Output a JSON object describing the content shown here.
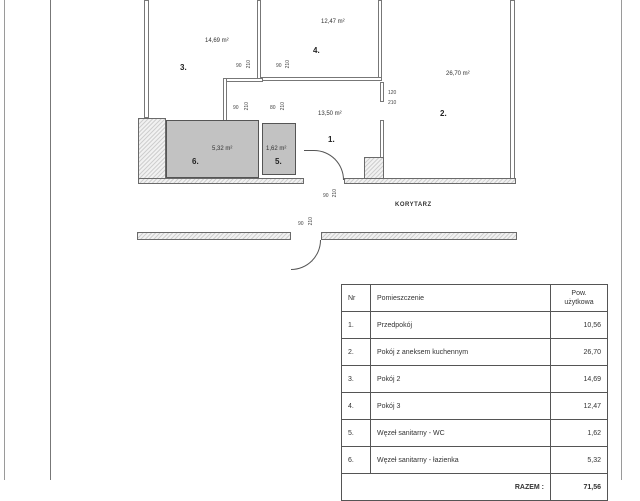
{
  "plan": {
    "rooms": [
      {
        "nr": "1.",
        "area": "13,50 m²"
      },
      {
        "nr": "2.",
        "area": "26,70 m²"
      },
      {
        "nr": "3.",
        "area": "14,69 m²"
      },
      {
        "nr": "4.",
        "area": "12,47 m²"
      },
      {
        "nr": "5.",
        "area": "1,62 m²"
      },
      {
        "nr": "6.",
        "area": "5,32 m²"
      }
    ],
    "corridor_label": "KORYTARZ",
    "dimensions": {
      "d1_w": "90",
      "d1_h": "210",
      "d2_w": "90",
      "d2_h": "210",
      "d3_w": "90",
      "d3_h": "210",
      "d4_w": "80",
      "d4_h": "210",
      "d5_w": "120",
      "d5_h": "210",
      "d6_w": "90",
      "d6_h": "210",
      "d7_w": "90",
      "d7_h": "210"
    }
  },
  "table": {
    "headers": {
      "nr": "Nr",
      "name": "Pomieszczenie",
      "area_line1": "Pow.",
      "area_line2": "użytkowa"
    },
    "rows": [
      {
        "nr": "1.",
        "name": "Przedpokój",
        "area": "10,56"
      },
      {
        "nr": "2.",
        "name": "Pokój z aneksem kuchennym",
        "area": "26,70"
      },
      {
        "nr": "3.",
        "name": "Pokój 2",
        "area": "14,69"
      },
      {
        "nr": "4.",
        "name": "Pokój 3",
        "area": "12,47"
      },
      {
        "nr": "5.",
        "name": "Węzeł sanitarny - WC",
        "area": "1,62"
      },
      {
        "nr": "6.",
        "name": "Węzeł sanitarny - łazienka",
        "area": "5,32"
      }
    ],
    "total_label": "RAZEM :",
    "total_value": "71,56"
  }
}
